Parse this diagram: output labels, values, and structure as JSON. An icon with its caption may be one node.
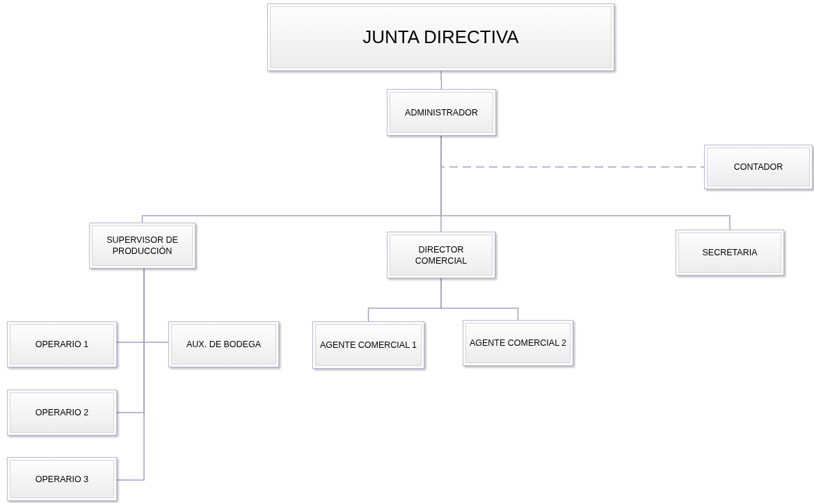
{
  "diagram": {
    "nodes": [
      {
        "text": [
          "JUNTA DIRECTIVA"
        ]
      },
      {
        "text": [
          "ADMINISTRADOR"
        ]
      },
      {
        "text": [
          "CONTADOR"
        ]
      },
      {
        "text": [
          "SUPERVISOR DE PRODUCCIÓN"
        ]
      },
      {
        "text": [
          "DIRECTOR COMERCIAL"
        ]
      },
      {
        "text": [
          "SECRETARIA"
        ]
      },
      {
        "text": [
          "OPERARIO 1"
        ]
      },
      {
        "text": [
          "AUX. DE BODEGA"
        ]
      },
      {
        "text": [
          "AGENTE COMERCIAL  1"
        ]
      },
      {
        "text": [
          "AGENTE COMERCIAL 2"
        ]
      },
      {
        "text": [
          "OPERARIO 2"
        ]
      },
      {
        "text": [
          "OPERARIO 3"
        ]
      }
    ],
    "edges": [
      {
        "from": 0,
        "to": 1,
        "arrow": "none"
      },
      {
        "from": 1,
        "to": 2,
        "arrow": "none",
        "style": "dashed"
      },
      {
        "from": 1,
        "to": 3,
        "arrow": "none"
      },
      {
        "from": 1,
        "to": 4,
        "arrow": "none"
      },
      {
        "from": 1,
        "to": 5,
        "arrow": "none"
      },
      {
        "from": 3,
        "to": 6,
        "arrow": "none"
      },
      {
        "from": 3,
        "to": 7,
        "arrow": "none"
      },
      {
        "from": 3,
        "to": 10,
        "arrow": "none"
      },
      {
        "from": 3,
        "to": 11,
        "arrow": "none"
      },
      {
        "from": 4,
        "to": 8,
        "arrow": "none"
      },
      {
        "from": 4,
        "to": 9,
        "arrow": "none"
      }
    ]
  }
}
